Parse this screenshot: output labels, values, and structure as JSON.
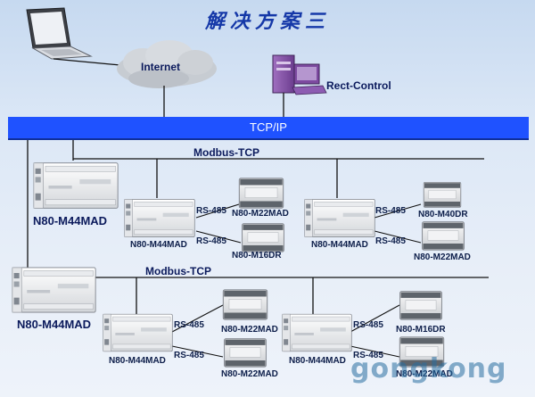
{
  "title": "解决方案三",
  "network": {
    "internet": "Internet",
    "server": "Rect-Control",
    "backbone": "TCP/IP",
    "bus_upper": "Modbus-TCP",
    "bus_lower": "Modbus-TCP"
  },
  "devices": {
    "upper_master": "N80-M44MAD",
    "upper_left_unit": "N80-M44MAD",
    "upper_left_ext1": "N80-M22MAD",
    "upper_left_ext2": "N80-M16DR",
    "upper_right_unit": "N80-M44MAD",
    "upper_right_ext1": "N80-M40DR",
    "upper_right_ext2": "N80-M22MAD",
    "lower_master": "N80-M44MAD",
    "lower_left_unit": "N80-M44MAD",
    "lower_left_ext1": "N80-M22MAD",
    "lower_left_ext2": "N80-M22MAD",
    "lower_right_unit": "N80-M44MAD",
    "lower_right_ext1": "N80-M16DR",
    "lower_right_ext2": "N80-M22MAD"
  },
  "link_label": "RS-485",
  "watermark": "gongkong"
}
